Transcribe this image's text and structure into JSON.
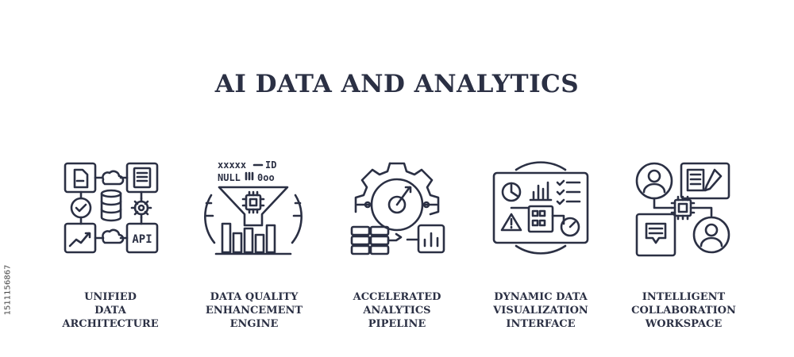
{
  "title": "AI DATA AND ANALYTICS",
  "items": [
    {
      "label": "UNIFIED\nDATA\nARCHITECTURE",
      "icon": "unified-data-architecture-icon"
    },
    {
      "label": "DATA QUALITY\nENHANCEMENT\nENGINE",
      "icon": "data-quality-funnel-icon"
    },
    {
      "label": "ACCELERATED\nANALYTICS\nPIPELINE",
      "icon": "analytics-pipeline-gear-icon"
    },
    {
      "label": "DYNAMIC DATA\nVISUALIZATION\nINTERFACE",
      "icon": "dashboard-visualization-icon"
    },
    {
      "label": "INTELLIGENT\nCOLLABORATION\nWORKSPACE",
      "icon": "collaboration-workspace-icon"
    }
  ],
  "icon_text": {
    "api": "API",
    "null": "NULL",
    "id": "ID",
    "binary": "xxxxx",
    "zeros": "0oo"
  },
  "side_id": "1511156867",
  "colors": {
    "ink": "#2b3044",
    "background": "#ffffff"
  }
}
